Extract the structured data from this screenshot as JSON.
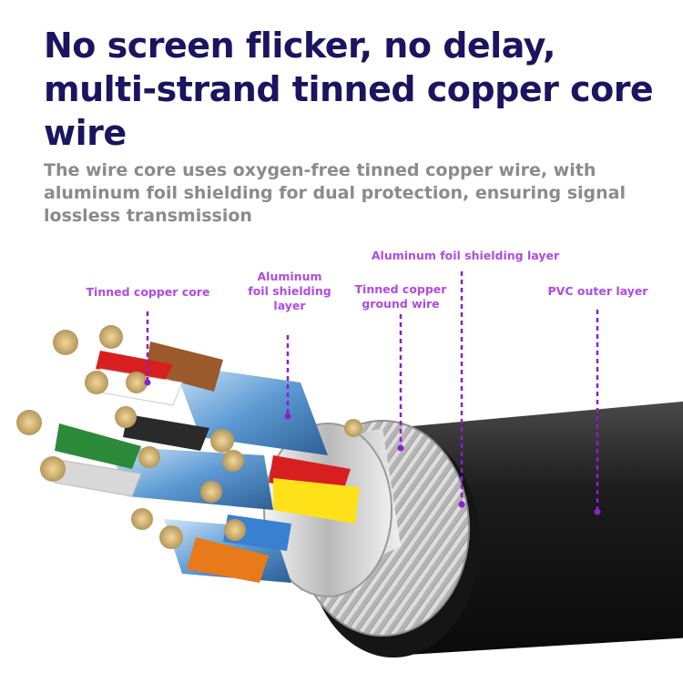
{
  "headline": "No screen flicker, no delay, multi-strand tinned copper core wire",
  "subtext": "The wire core uses oxygen-free tinned copper wire, with aluminum foil shielding for dual protection, ensuring signal lossless transmission",
  "callouts": {
    "tinned_copper_core": "Tinned copper core",
    "aluminum_foil_inner": "Aluminum foil shielding layer",
    "tinned_copper_ground": "Tinned copper ground wire",
    "aluminum_foil_outer": "Aluminum foil shielding layer",
    "pvc_outer": "PVC outer layer"
  },
  "colors": {
    "headline": "#1b1460",
    "subtext": "#8a8a8f",
    "callout": "#b04be0",
    "leader": "#8a1fd0"
  }
}
